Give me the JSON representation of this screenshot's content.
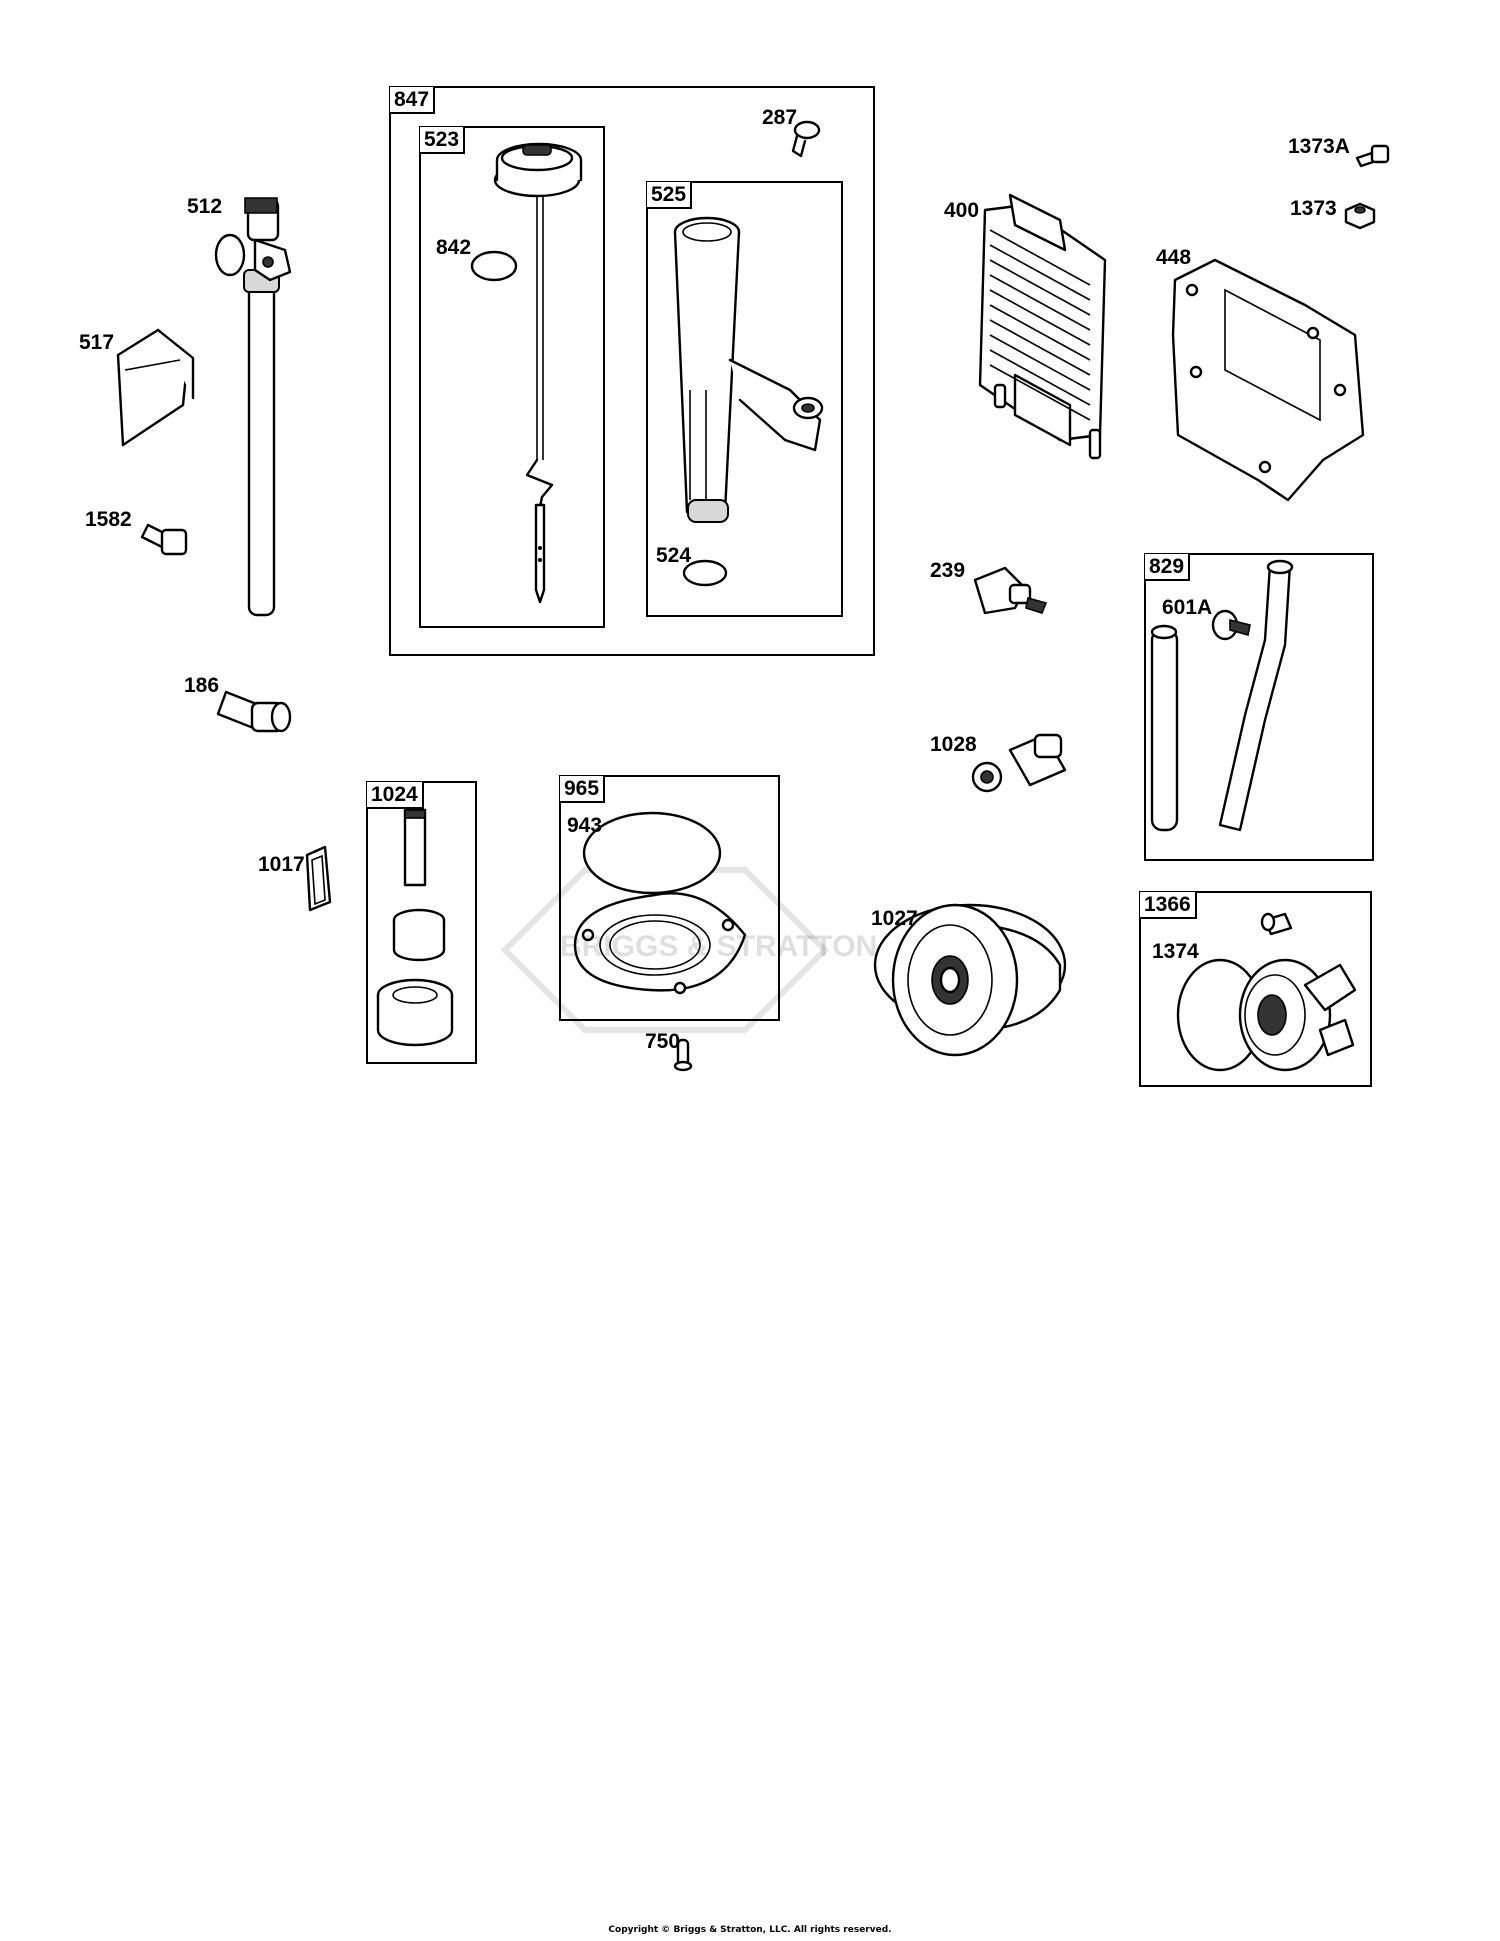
{
  "boxes": {
    "b847": "847",
    "b523": "523",
    "b525": "525",
    "b829": "829",
    "b1024": "1024",
    "b965": "965",
    "b1366": "1366"
  },
  "labels": {
    "l512": "512",
    "l517": "517",
    "l1582": "1582",
    "l186": "186",
    "l842": "842",
    "l287": "287",
    "l524": "524",
    "l400": "400",
    "l1373A": "1373A",
    "l1373": "1373",
    "l448": "448",
    "l239": "239",
    "l601A": "601A",
    "l1028": "1028",
    "l1017": "1017",
    "l943": "943",
    "l750": "750",
    "l1027": "1027",
    "l1374": "1374"
  },
  "watermark": "BRIGGS & STRATTON",
  "copyright": "Copyright © Briggs & Stratton, LLC. All rights reserved."
}
